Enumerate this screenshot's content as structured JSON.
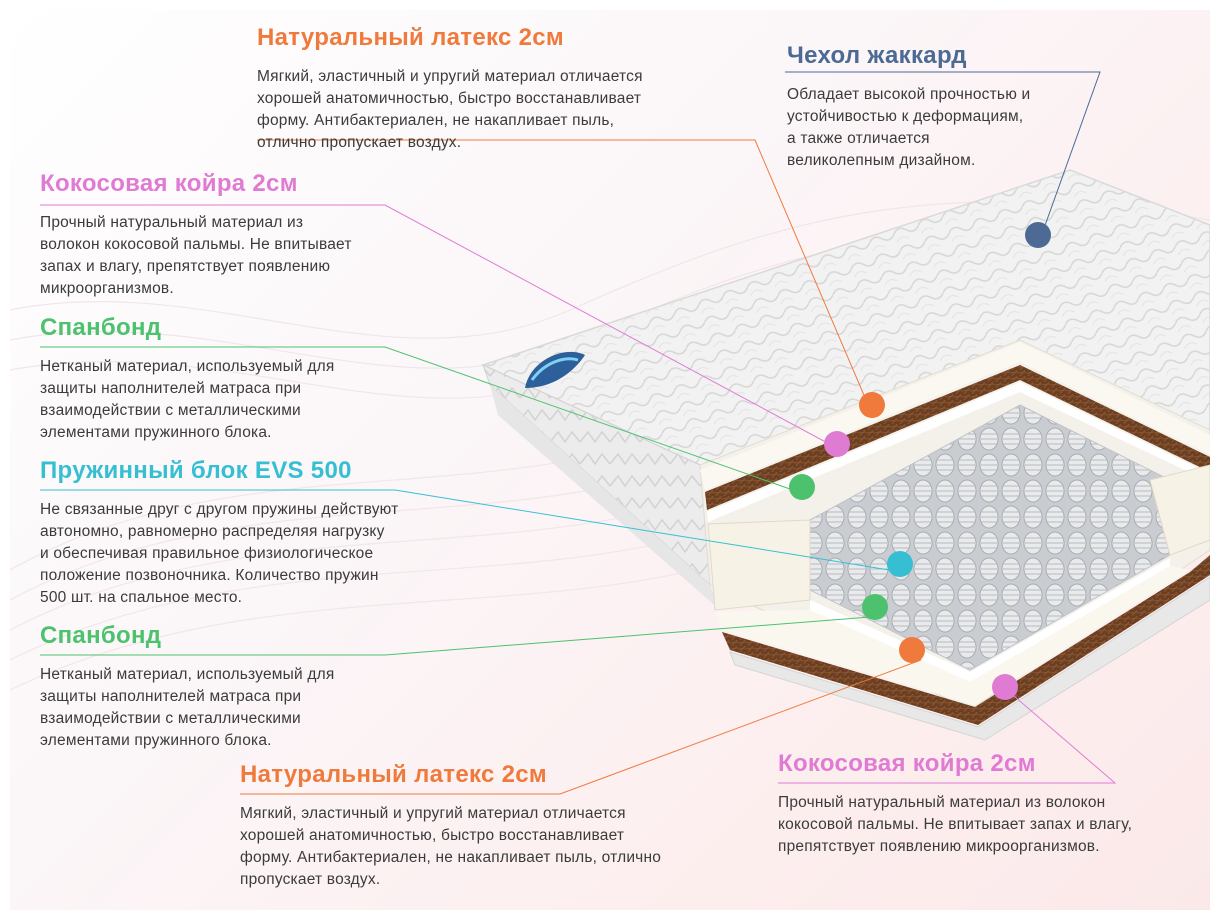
{
  "colors": {
    "latex": "#f07a3c",
    "coir": "#e07bd4",
    "spunbond": "#4cc26e",
    "springs": "#36bfd3",
    "cover": "#4c6a93"
  },
  "labels": {
    "latex_top": {
      "title": "Натуральный латекс 2см",
      "lines": [
        "Мягкий, эластичный и упругий материал отличается",
        "хорошей анатомичностью, быстро восстанавливает",
        "форму. Антибактериален, не накапливает пыль,",
        "отлично пропускает воздух."
      ]
    },
    "cover": {
      "title": "Чехол жаккард",
      "lines": [
        "Обладает высокой прочностью и",
        "устойчивостью к деформациям,",
        "а также отличается",
        "великолепным дизайном."
      ]
    },
    "coir_top": {
      "title": "Кокосовая койра 2см",
      "lines": [
        "Прочный натуральный материал из",
        "волокон кокосовой пальмы. Не впитывает",
        "запах и влагу, препятствует появлению",
        "микроорганизмов."
      ]
    },
    "spunbond_top": {
      "title": "Спанбонд",
      "lines": [
        "Нетканый материал, используемый для",
        "защиты наполнителей матраса при",
        "взаимодействии с металлическими",
        "элементами пружинного блока."
      ]
    },
    "springs": {
      "title": "Пружинный блок EVS 500",
      "lines": [
        "Не связанные друг с другом пружины действуют",
        "автономно, равномерно распределяя нагрузку",
        "и обеспечивая правильное физиологическое",
        "положение позвоночника. Количество пружин",
        "500 шт. на спальное место."
      ]
    },
    "spunbond_bottom": {
      "title": "Спанбонд",
      "lines": [
        "Нетканый материал, используемый для",
        "защиты наполнителей матраса при",
        "взаимодействии с металлическими",
        "элементами пружинного блока."
      ]
    },
    "latex_bottom": {
      "title": "Натуральный латекс 2см",
      "lines": [
        "Мягкий, эластичный и упругий материал отличается",
        "хорошей анатомичностью, быстро восстанавливает",
        "форму. Антибактериален, не накапливает пыль, отлично",
        "пропускает воздух."
      ]
    },
    "coir_bottom": {
      "title": "Кокосовая койра 2см",
      "lines": [
        "Прочный натуральный материал из волокон",
        "кокосовой пальмы. Не впитывает запах и влагу,",
        "препятствует появлению микроорганизмов."
      ]
    }
  }
}
